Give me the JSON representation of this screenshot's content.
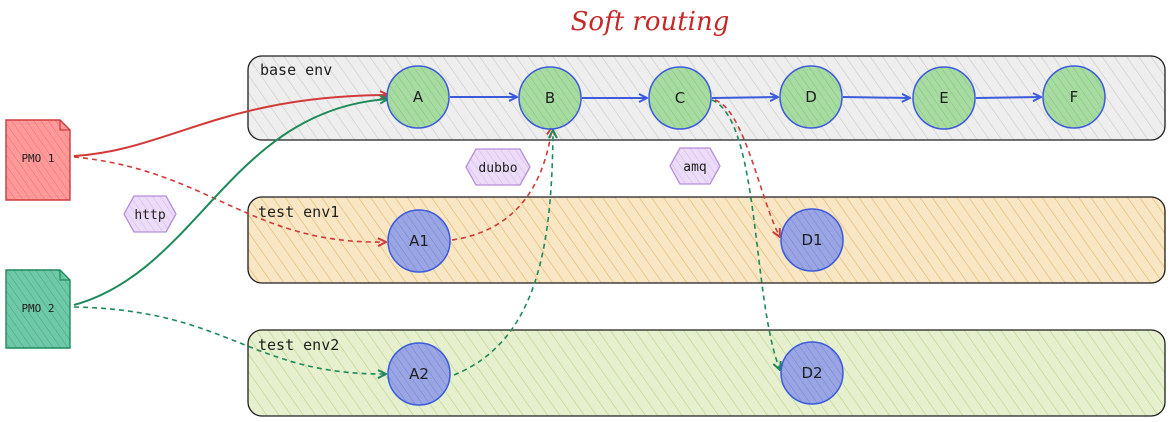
{
  "title": "Soft routing",
  "environments": {
    "base": {
      "label": "base env"
    },
    "test1": {
      "label": "test env1"
    },
    "test2": {
      "label": "test env2"
    }
  },
  "nodes": {
    "A": "A",
    "B": "B",
    "C": "C",
    "D": "D",
    "E": "E",
    "F": "F",
    "A1": "A1",
    "D1": "D1",
    "A2": "A2",
    "D2": "D2"
  },
  "protocols": {
    "http": "http",
    "dubbo": "dubbo",
    "mq": "amq"
  },
  "clients": {
    "pmo1": "PMO 1",
    "pmo2": "PMO 2"
  },
  "colors": {
    "title": "#c62828",
    "base_env_fill": "#e9ecef",
    "test1_env_fill": "#f5d9a6",
    "test2_env_fill": "#dbe9b8",
    "service_node_fill": "#9fd49a",
    "service_node_stroke": "#3b5bdb",
    "test_node_fill": "#8f9be0",
    "protocol_tag_fill": "#e5d4f5",
    "pmo1_fill": "#ff8c8c",
    "pmo2_fill": "#63c2a3",
    "edge_blue": "#3b5bdb",
    "edge_red": "#d23a3a",
    "edge_green": "#1e8a5a"
  }
}
